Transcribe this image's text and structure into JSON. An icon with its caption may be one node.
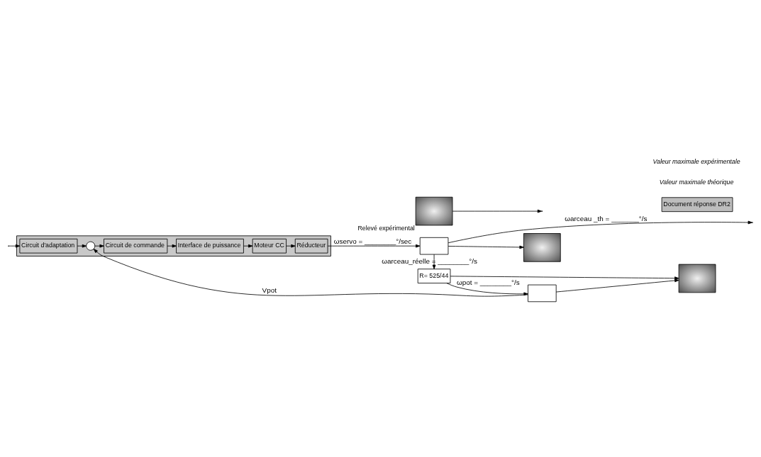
{
  "diagram": {
    "nodes": [
      {
        "text": [],
        "shape": "box"
      },
      {
        "text": [
          "Circuit d'adaptation"
        ],
        "in": 0
      },
      {
        "text": [],
        "shape": "circle",
        "in": 0
      },
      {
        "text": [
          "Circuit de commande"
        ],
        "in": 0
      },
      {
        "text": [
          "Interface de puissance"
        ],
        "in": 0
      },
      {
        "text": [
          "Moteur CC"
        ],
        "in": 0
      },
      {
        "text": [
          "Réducteur"
        ],
        "in": 0
      },
      {
        "text": [],
        "shape": "box"
      },
      {
        "text": [],
        "shape": "picture"
      },
      {
        "text": [
          "R= 525/44"
        ]
      },
      {
        "text": [],
        "shape": "box"
      },
      {
        "text": [],
        "shape": "picture"
      },
      {
        "text": [],
        "shape": "picture",
        "beside": [
          "Relevé expérimental"
        ]
      },
      {
        "text": [
          "Document réponse DR2"
        ]
      }
    ],
    "edges": [
      {
        "from": null,
        "to": 1,
        "arrow": "to"
      },
      {
        "from": 1,
        "to": 2,
        "arrow": "to"
      },
      {
        "from": 2,
        "to": 3,
        "arrow": "to"
      },
      {
        "from": 3,
        "to": 4,
        "arrow": "to"
      },
      {
        "from": 4,
        "to": 5,
        "arrow": "to"
      },
      {
        "from": 5,
        "to": 6,
        "arrow": "to"
      },
      {
        "from": 6,
        "to": 7,
        "arrow": "to",
        "label": "ωservo = ________°/sec"
      },
      {
        "from": 7,
        "to": 8,
        "arrow": "to"
      },
      {
        "from": 7,
        "to": null,
        "arrow": "to",
        "label": "ωarceau _th = _______°/s"
      },
      {
        "from": 7,
        "to": 9,
        "arrow": "to",
        "label": "ωarceau_réelle = ________°/s"
      },
      {
        "from": 9,
        "to": 10,
        "arrow": "to",
        "label": "ωpot = ________°/s"
      },
      {
        "from": 10,
        "to": 2,
        "arrow": "to",
        "label": "Vpot"
      },
      {
        "from": 10,
        "to": 11,
        "arrow": "to"
      },
      {
        "from": 9,
        "to": 11,
        "arrow": "to"
      },
      {
        "from": 12,
        "to": null,
        "arrow": "to"
      }
    ],
    "labels": [
      "Valeur maximale théorique",
      "Valeur maximale expérimentale"
    ]
  }
}
